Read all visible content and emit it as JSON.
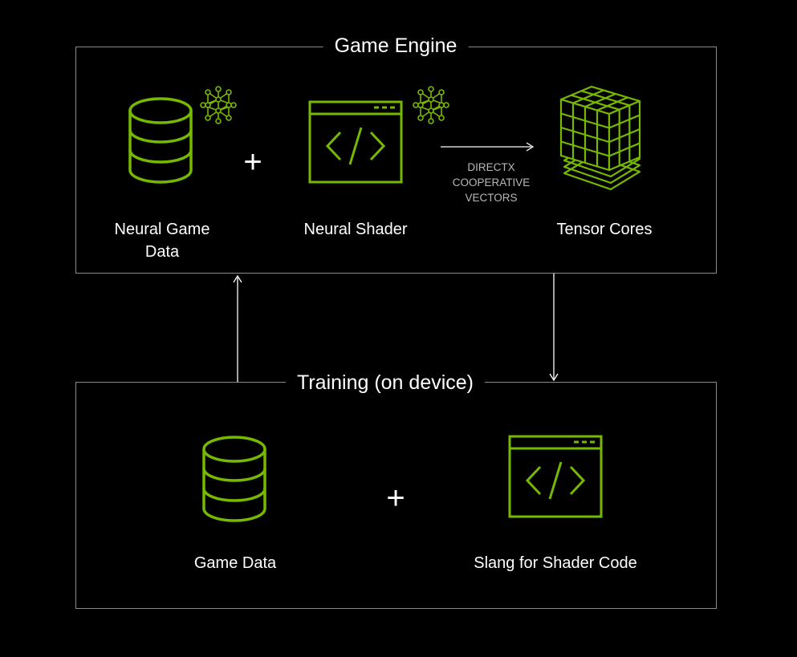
{
  "game_engine": {
    "title": "Game Engine",
    "neural_game_data": {
      "line1": "Neural Game",
      "line2": "Data"
    },
    "neural_shader": "Neural Shader",
    "tensor_cores": "Tensor Cores",
    "plus": "+",
    "arrow_label": {
      "line1": "DIRECTX",
      "line2": "COOPERATIVE",
      "line3": "VECTORS"
    }
  },
  "training": {
    "title": "Training (on device)",
    "game_data": "Game Data",
    "slang": "Slang for Shader Code",
    "plus": "+"
  },
  "colors": {
    "accent": "#76b900",
    "background": "#000000",
    "border": "#8a8a8a"
  },
  "icons": [
    "database-icon",
    "neural-network-icon",
    "code-window-icon",
    "tensor-cores-icon"
  ]
}
